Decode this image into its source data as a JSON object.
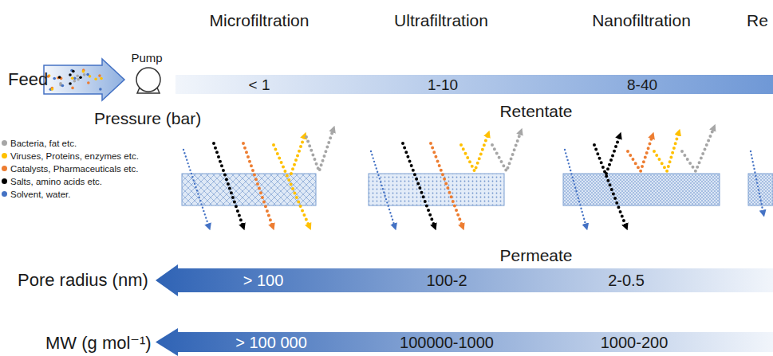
{
  "diagram": {
    "nodes": [
      {
        "text": [
          "< 1",
          "1-10",
          "8-40"
        ]
      },
      {
        "text": [
          "> 100",
          "100-2",
          "2-0.5"
        ]
      },
      {
        "text": [
          "> 100 000",
          "100000-1000",
          "1000-200"
        ]
      }
    ],
    "labels": [
      "Microfiltration",
      "Ultrafiltration",
      "Nanofiltration",
      "Re",
      "Feed",
      "Pump",
      "Pressure (bar)",
      "Retentate",
      "Permeate",
      "Pore radius (nm)",
      "MW (g mol⁻¹)"
    ],
    "legend": [
      {
        "text": "Bacteria, fat etc.",
        "color": "#a6a6a6"
      },
      {
        "text": "Viruses, Proteins, enzymes etc.",
        "color": "#ffc000"
      },
      {
        "text": "Catalysts, Pharmaceuticals etc.",
        "color": "#ed7d31"
      },
      {
        "text": "Salts, amino acids etc.",
        "color": "#000000"
      },
      {
        "text": "Solvent, water.",
        "color": "#4472c4"
      }
    ]
  }
}
